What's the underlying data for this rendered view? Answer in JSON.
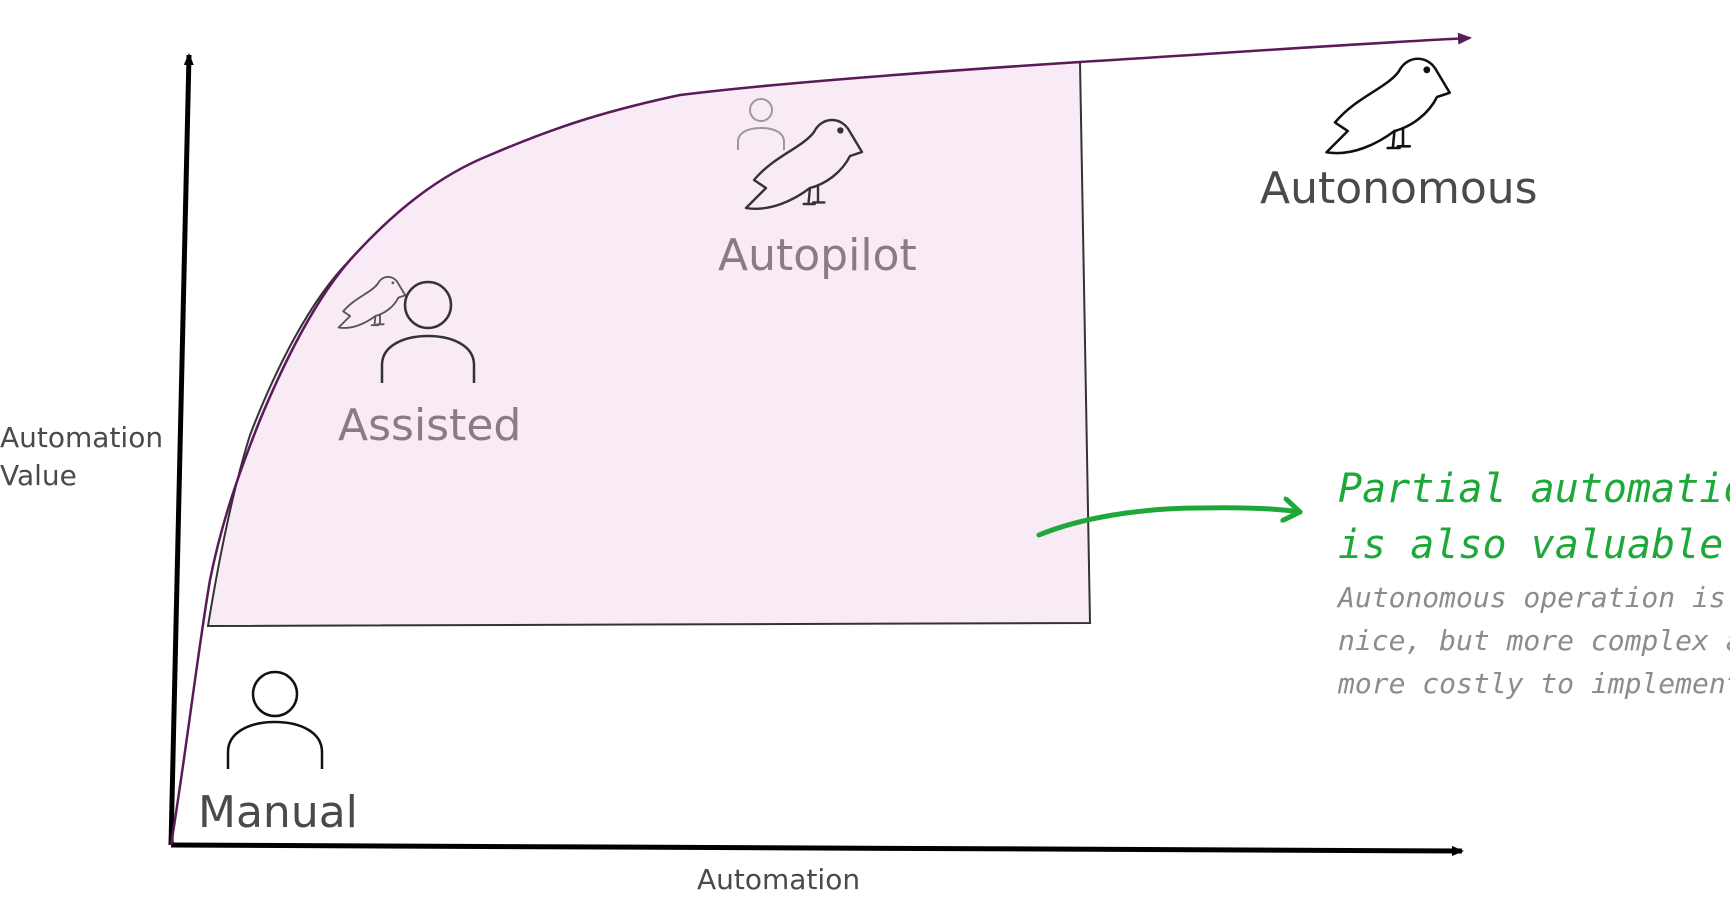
{
  "axes": {
    "y_label_line1": "Automation",
    "y_label_line2": "Value",
    "x_label": "Automation"
  },
  "stages": {
    "manual": "Manual",
    "assisted": "Assisted",
    "autopilot": "Autopilot",
    "autonomous": "Autonomous"
  },
  "note": {
    "heading_line1": "Partial automation",
    "heading_line2": "is also valuable.",
    "body_line1": "Autonomous operation is",
    "body_line2": "nice, but more complex and",
    "body_line3": "more costly to implement."
  },
  "colors": {
    "curve": "#5b1a5a",
    "region_fill": "#f9ebf6",
    "note_heading": "#1fa83a",
    "note_body": "#8c8c8c",
    "stage_dark": "#4a4a4a",
    "stage_muted": "#8a7b86"
  },
  "icons": {
    "manual": "person-icon",
    "assisted": [
      "bird-icon",
      "person-icon"
    ],
    "autopilot": [
      "person-icon",
      "bird-icon"
    ],
    "autonomous": "bird-icon"
  }
}
